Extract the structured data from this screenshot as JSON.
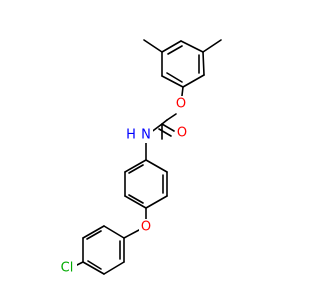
{
  "atoms": {
    "ether_oxygen_top": {
      "text": "O",
      "color": "#ff0000"
    },
    "carbonyl_oxygen": {
      "text": "O",
      "color": "#ff0000"
    },
    "amide_nitrogen": {
      "text": "N",
      "color": "#0000ff"
    },
    "amide_hydrogen": {
      "text": "H",
      "color": "#0000ff"
    },
    "ether_oxygen_bottom": {
      "text": "O",
      "color": "#ff0000"
    },
    "chlorine": {
      "text": "Cl",
      "color": "#00aa00"
    }
  }
}
